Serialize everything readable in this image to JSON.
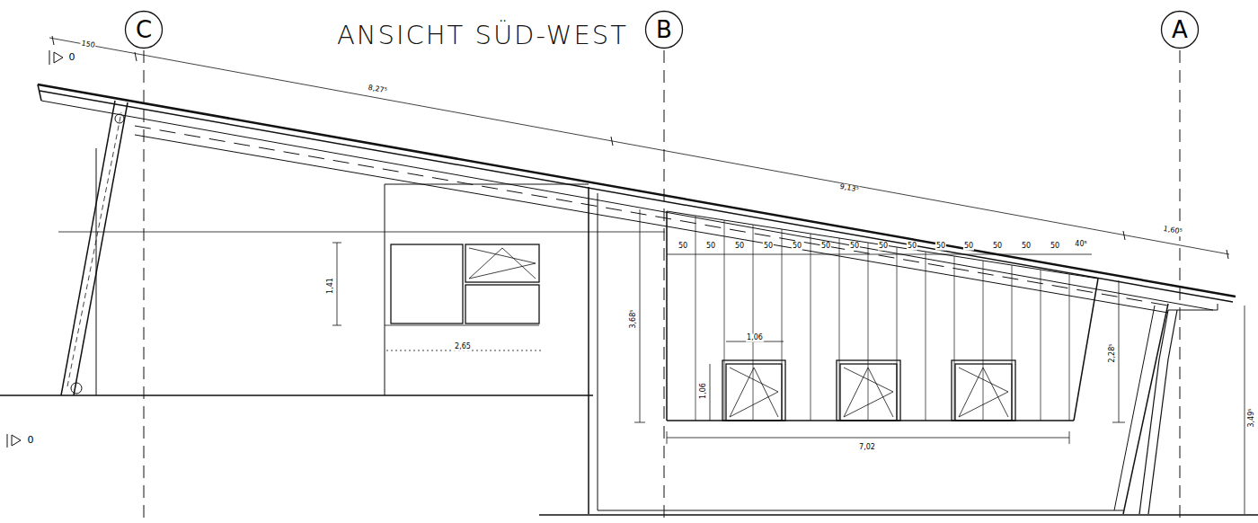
{
  "diagram": {
    "title": "ANSICHT SÜD-WEST",
    "nodes": [
      {
        "text": [
          "C"
        ]
      },
      {
        "text": [
          "B"
        ]
      },
      {
        "text": [
          "A"
        ]
      }
    ],
    "labels": [
      "0",
      "150",
      "8,27⁵",
      "9,13⁵",
      "1,60⁵",
      "1,41",
      "2,65",
      "50",
      "50",
      "50",
      "50",
      "50",
      "50",
      "50",
      "50",
      "50",
      "50",
      "50",
      "50",
      "50",
      "50",
      "40⁵",
      "3,68⁵",
      "1,06",
      "1,06",
      "2,28⁵",
      "7,02",
      "3,49⁵",
      "0"
    ]
  }
}
